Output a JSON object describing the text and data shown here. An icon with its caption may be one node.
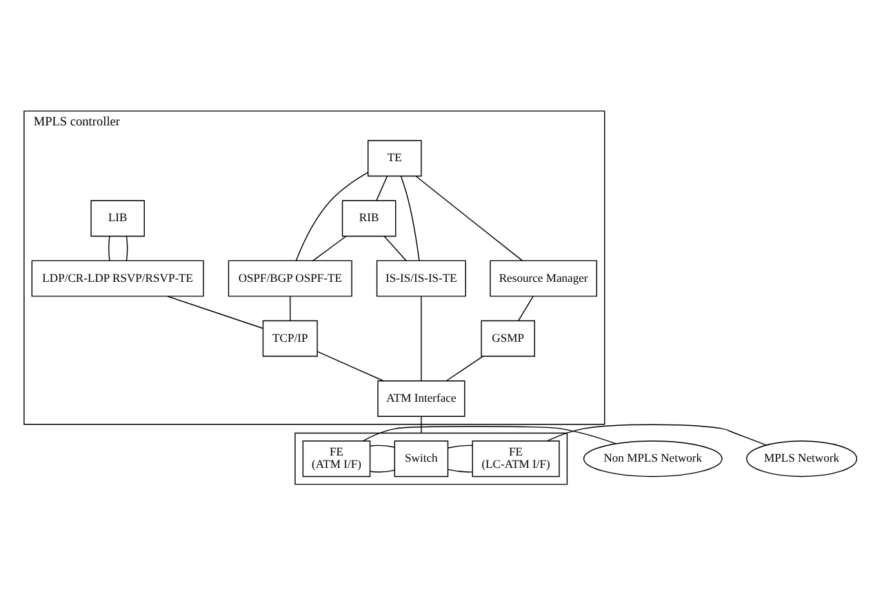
{
  "diagram": {
    "nodes": [
      {
        "text": [
          "MPLS controller"
        ]
      },
      {
        "text": [
          "TE"
        ],
        "in": 0
      },
      {
        "text": [
          "RIB"
        ],
        "in": 0
      },
      {
        "text": [
          "LIB"
        ],
        "in": 0
      },
      {
        "text": [
          "OSPF/BGP OSPF-TE"
        ],
        "in": 0
      },
      {
        "text": [
          "LDP/CR-LDP RSVP/RSVP-TE"
        ],
        "in": 0
      },
      {
        "text": [
          "IS-IS/IS-IS-TE"
        ],
        "in": 0
      },
      {
        "text": [
          "Resource Manager"
        ],
        "in": 0
      },
      {
        "text": [
          "GSMP"
        ],
        "in": 0
      },
      {
        "text": [
          "TCP/IP"
        ],
        "in": 0
      },
      {
        "text": [
          "ATM Interface"
        ],
        "in": 0
      },
      {
        "text": [],
        "shape": "box"
      },
      {
        "text": [
          "Non MPLS Network"
        ]
      },
      {
        "text": [
          "FE",
          "(ATM I/F)"
        ],
        "in": 11
      },
      {
        "text": [
          "Switch"
        ],
        "in": 11
      },
      {
        "text": [
          "FE",
          "(LC-ATM I/F)"
        ],
        "in": 11
      },
      {
        "text": [
          "MPLS Network"
        ]
      }
    ],
    "edges": [
      {
        "from": 1,
        "to": 2,
        "arrow": "none"
      },
      {
        "from": 1,
        "to": 4,
        "arrow": "none"
      },
      {
        "from": 1,
        "to": 6,
        "arrow": "none"
      },
      {
        "from": 1,
        "to": 7,
        "arrow": "none"
      },
      {
        "from": 2,
        "to": 4,
        "arrow": "none"
      },
      {
        "from": 2,
        "to": 6,
        "arrow": "none"
      },
      {
        "from": 3,
        "to": 5,
        "arrow": "none"
      },
      {
        "from": 3,
        "to": 5,
        "arrow": "none"
      },
      {
        "from": 7,
        "to": 8,
        "arrow": "none"
      },
      {
        "from": 4,
        "to": 9,
        "arrow": "none"
      },
      {
        "from": 5,
        "to": 9,
        "arrow": "none"
      },
      {
        "from": 9,
        "to": 10,
        "arrow": "none"
      },
      {
        "from": 6,
        "to": 10,
        "arrow": "none"
      },
      {
        "from": 8,
        "to": 10,
        "arrow": "none"
      },
      {
        "from": 10,
        "to": 11,
        "arrow": "none"
      },
      {
        "from": 12,
        "to": 13,
        "arrow": "none"
      },
      {
        "from": 13,
        "to": 14,
        "arrow": "none"
      },
      {
        "from": 13,
        "to": 14,
        "arrow": "none"
      },
      {
        "from": 14,
        "to": 15,
        "arrow": "none"
      },
      {
        "from": 14,
        "to": 15,
        "arrow": "none"
      },
      {
        "from": 15,
        "to": 16,
        "arrow": "none"
      }
    ]
  }
}
